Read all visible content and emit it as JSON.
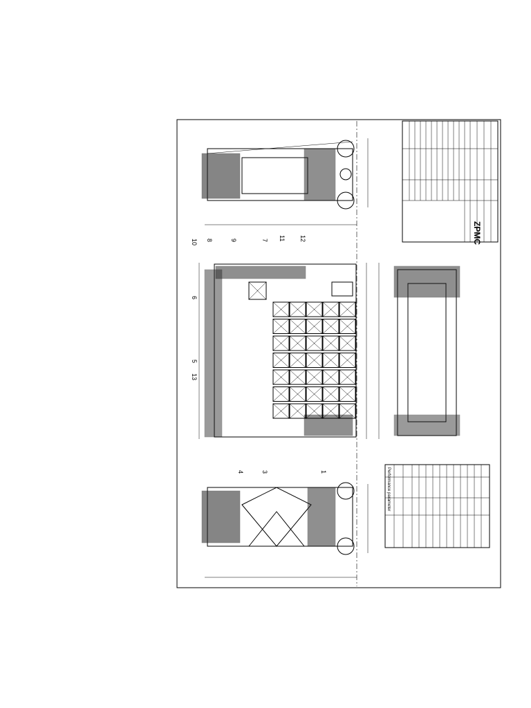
{
  "drawing": {
    "balloons": [
      "10",
      "8",
      "9",
      "7",
      "11",
      "12",
      "6",
      "5",
      "13",
      "4",
      "3",
      "1"
    ],
    "title_block": {
      "company_logo": "ZPMC"
    },
    "parameter_table": {
      "title": "Performance parameter"
    }
  }
}
